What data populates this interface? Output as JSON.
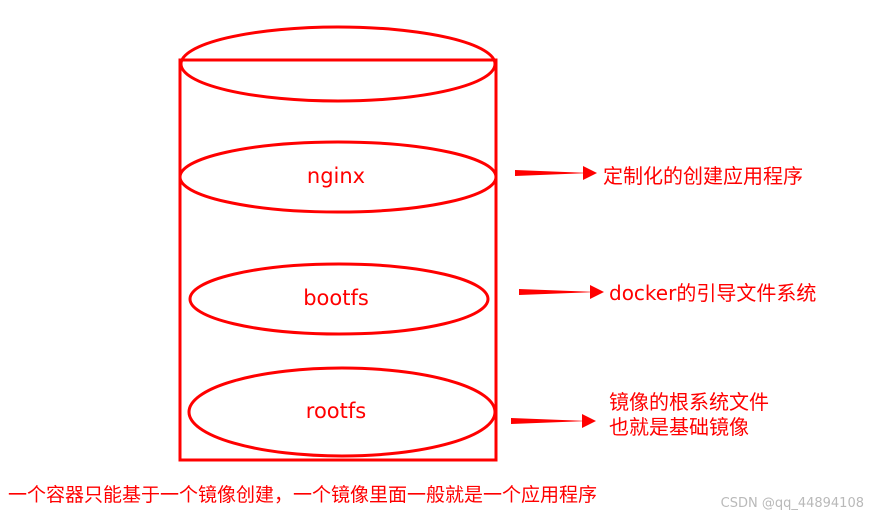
{
  "colors": {
    "stroke": "#ff0000",
    "text": "#ff0000",
    "watermark": "#b9b9b9"
  },
  "layers": {
    "nginx": "nginx",
    "bootfs": "bootfs",
    "rootfs": "rootfs"
  },
  "annotations": {
    "nginx": "定制化的创建应用程序",
    "bootfs": "docker的引导文件系统",
    "rootfs_line1": "镜像的根系统文件",
    "rootfs_line2": "也就是基础镜像"
  },
  "footer": "一个容器只能基于一个镜像创建，一个镜像里面一般就是一个应用程序",
  "watermark": "CSDN @qq_44894108"
}
